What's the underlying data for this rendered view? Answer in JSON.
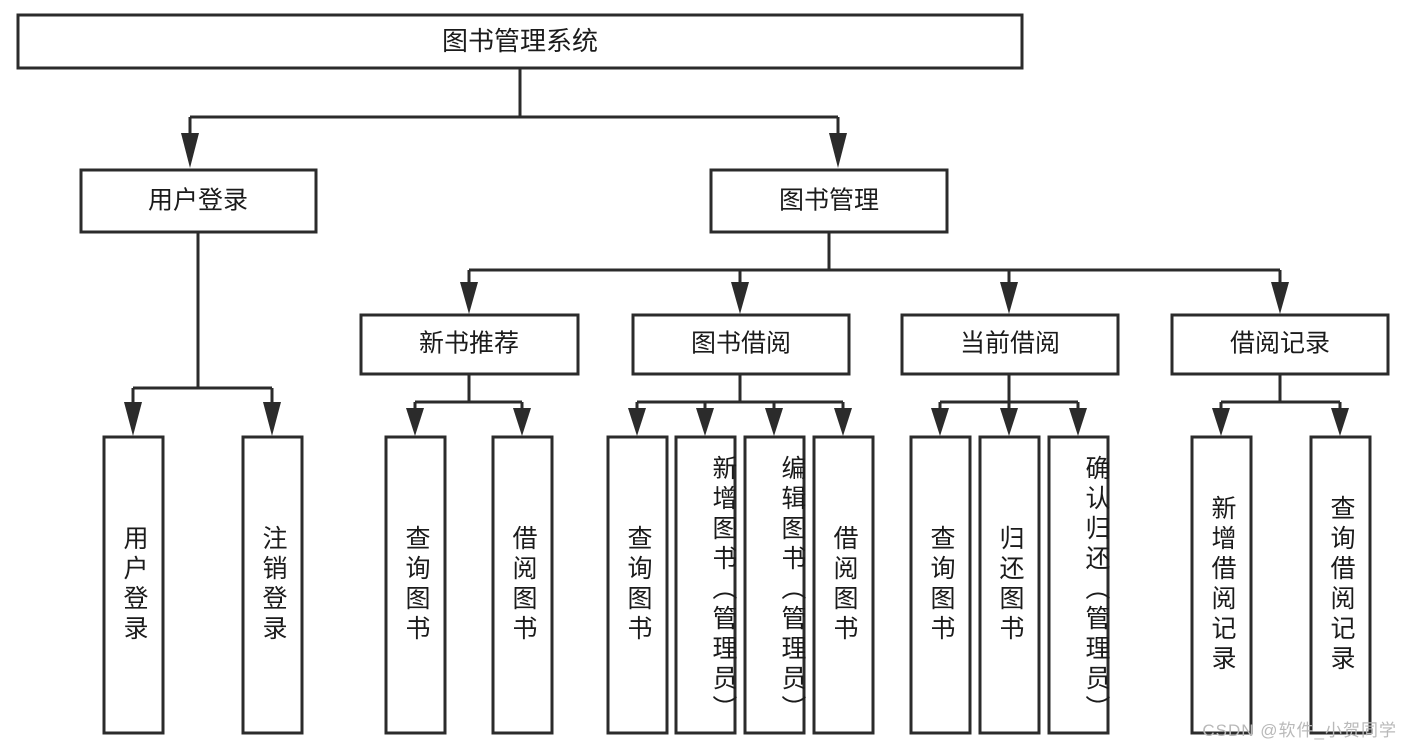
{
  "diagram": {
    "type": "tree",
    "title": "图书管理系统",
    "root": {
      "label": "图书管理系统"
    },
    "level2": [
      {
        "label": "用户登录"
      },
      {
        "label": "图书管理"
      }
    ],
    "level3": [
      {
        "label": "新书推荐"
      },
      {
        "label": "图书借阅"
      },
      {
        "label": "当前借阅"
      },
      {
        "label": "借阅记录"
      }
    ],
    "leaves": {
      "user_login": [
        {
          "label": "用户登录"
        },
        {
          "label": "注销登录"
        }
      ],
      "new_book_recommend": [
        {
          "label": "查询图书"
        },
        {
          "label": "借阅图书"
        }
      ],
      "book_borrow": [
        {
          "label": "查询图书"
        },
        {
          "label": "新增图书（管理员）"
        },
        {
          "label": "编辑图书（管理员）"
        },
        {
          "label": "借阅图书"
        }
      ],
      "current_borrow": [
        {
          "label": "查询图书"
        },
        {
          "label": "归还图书"
        },
        {
          "label": "确认归还（管理员）"
        }
      ],
      "borrow_record": [
        {
          "label": "新增借阅记录"
        },
        {
          "label": "查询借阅记录"
        }
      ]
    }
  },
  "watermark": {
    "text": "CSDN @软件_小贺同学"
  },
  "colors": {
    "stroke": "#2b2b2b",
    "fill": "#ffffff",
    "text": "#1b1b1b",
    "watermark": "#b9b9b9"
  }
}
